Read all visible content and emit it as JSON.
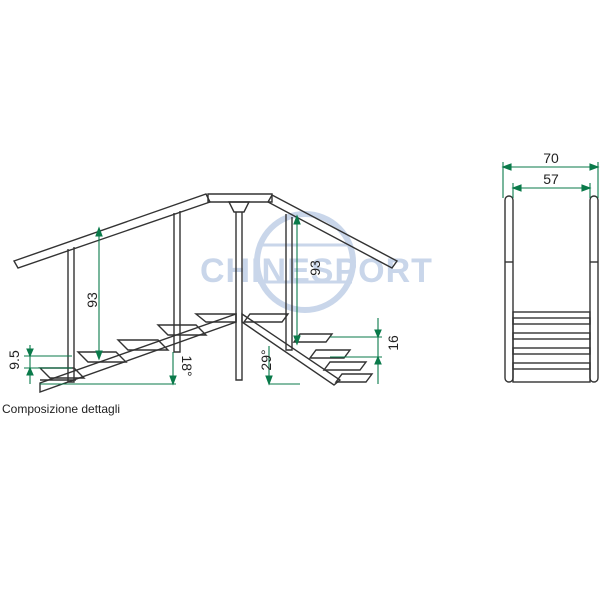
{
  "caption": "Composizione dettagli",
  "watermark": "CHINESPORT",
  "colors": {
    "line": "#333333",
    "dimension": "#0a7a4a",
    "watermark": "#c9d6ea"
  },
  "dimensions": {
    "handrail_height_left": "93",
    "handrail_height_right": "93",
    "step_height_left": "9.5",
    "angle_left": "18°",
    "angle_right": "29°",
    "step_rise_right": "16",
    "width_outer": "70",
    "width_inner": "57"
  }
}
